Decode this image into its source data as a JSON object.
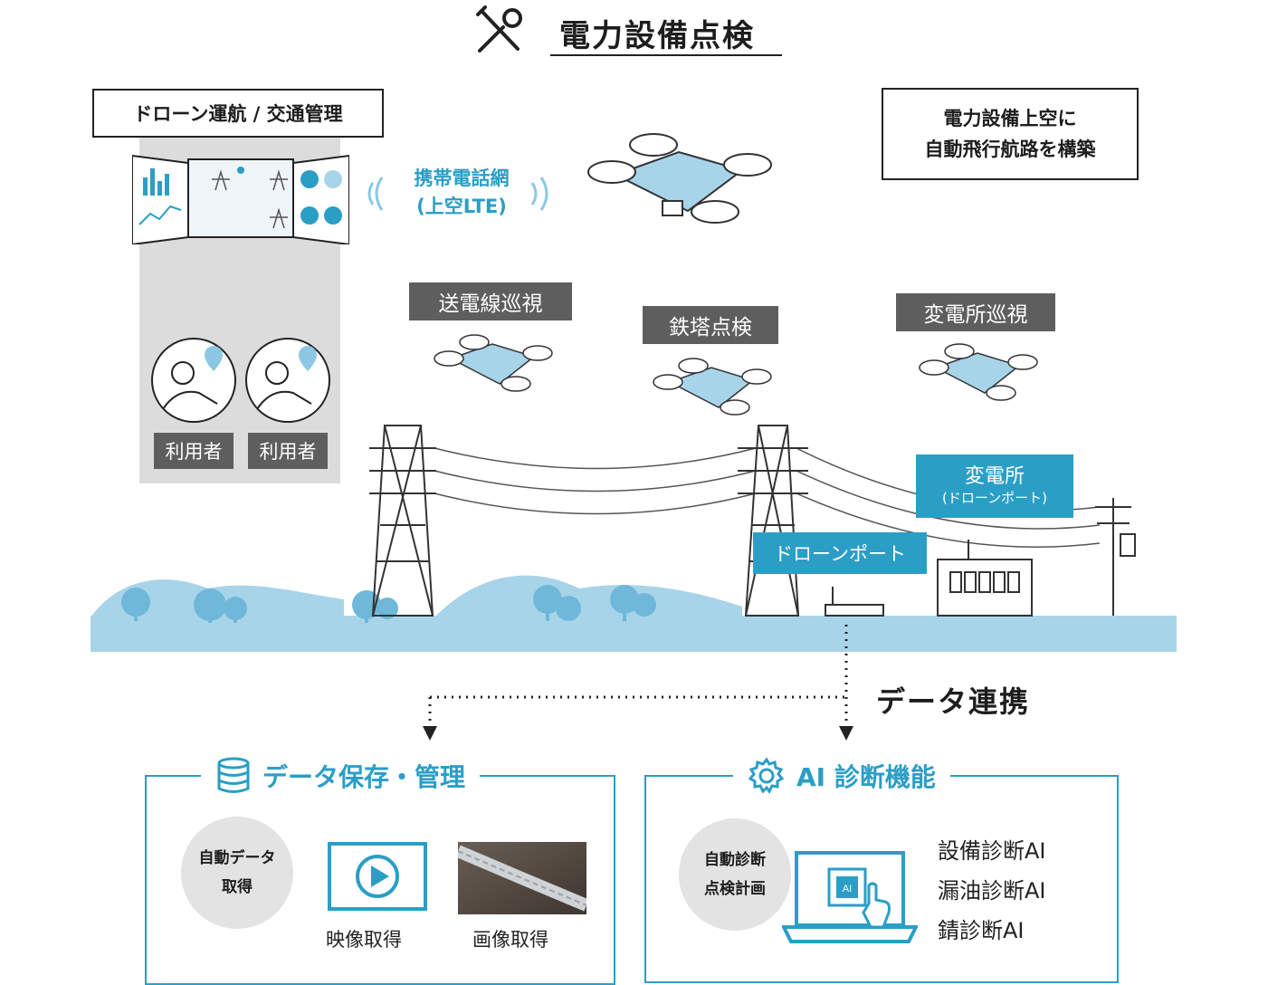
{
  "header": {
    "title": "電力設備点検",
    "icon": "tools-icon"
  },
  "drone_ops": {
    "label": "ドローン運航 / 交通管理",
    "users": [
      "利用者",
      "利用者"
    ]
  },
  "network": {
    "line1": "携帯電話網",
    "line2": "(上空LTE)"
  },
  "route": {
    "line1": "電力設備上空に",
    "line2": "自動飛行航路を構築"
  },
  "missions": {
    "line_patrol": "送電線巡視",
    "tower_inspection": "鉄塔点検",
    "substation_patrol": "変電所巡視"
  },
  "substation": {
    "title": "変電所",
    "subtitle": "(ドローンポート)"
  },
  "drone_port": "ドローンポート",
  "data_link": "データ連携",
  "storage": {
    "title": "データ保存・管理",
    "auto_line1": "自動データ",
    "auto_line2": "取得",
    "video": "映像取得",
    "image": "画像取得"
  },
  "ai": {
    "title": "AI 診断機能",
    "plan_line1": "自動診断",
    "plan_line2": "点検計画",
    "items": [
      "設備診断AI",
      "漏油診断AI",
      "錆診断AI"
    ]
  },
  "colors": {
    "accent": "#2b9ec6",
    "light_blue": "#a8d4ea",
    "tag_grey": "#5e5e5e",
    "panel_grey": "#dcdcdc"
  }
}
